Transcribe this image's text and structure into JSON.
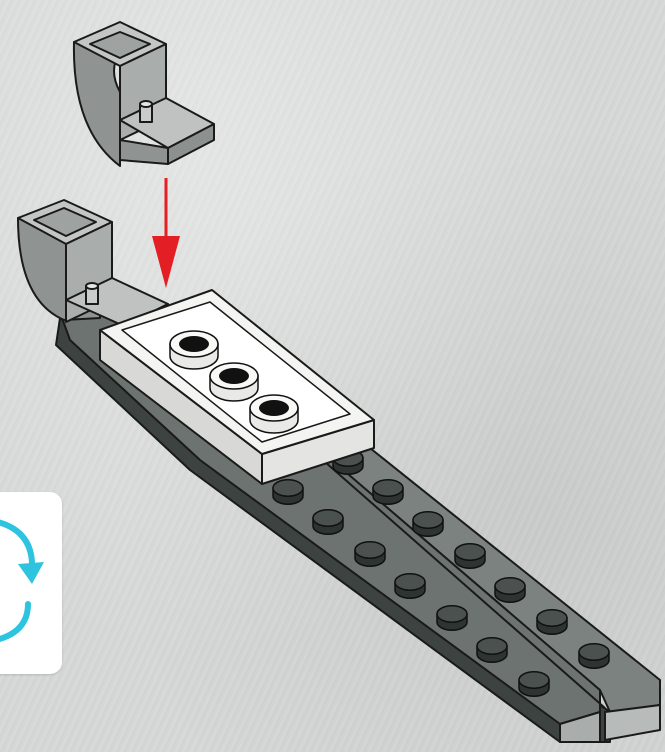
{
  "instruction": {
    "step": "attach-piece-to-base",
    "arrow_color": "#e31e24"
  },
  "parts": {
    "pieces": [
      "curved-bracket-with-pin",
      "white-tile-plate-1x3-studs",
      "long-dark-grey-plate-double-row-studs"
    ],
    "colors": {
      "light_grey": "#a9adab",
      "dark_grey": "#4c5351",
      "white_plate": "#f3f3f1",
      "stud": "#2e3432",
      "outline": "#1a1a1a"
    }
  },
  "callout": {
    "icon": "rotate-arrows-icon",
    "accent": "#2ec4e0"
  }
}
